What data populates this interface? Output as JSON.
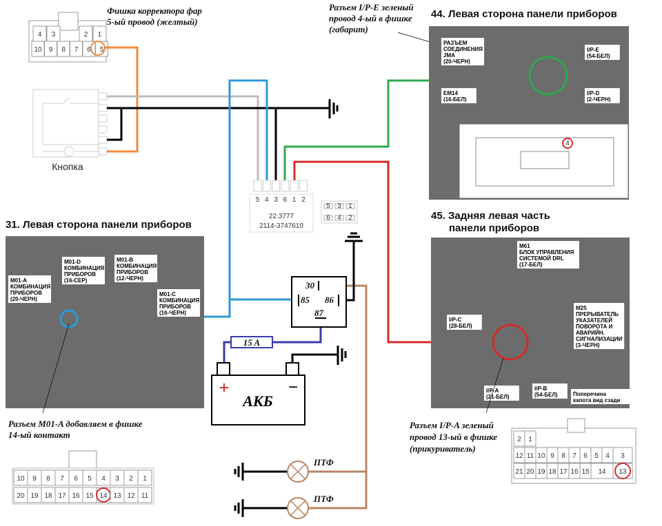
{
  "colors": {
    "orange": "#f08a3c",
    "gray": "#bdbdbd",
    "black": "#000000",
    "blue": "#2a9ad6",
    "green": "#2fa84f",
    "red": "#d42a2a",
    "brown": "#b88563",
    "fuse": "#3a3aa8"
  },
  "notes": {
    "headlight_corrector": [
      "Фишка корректора фар",
      "5-ый провод (желтый)"
    ],
    "ipe": [
      "Разъем I/P-E зеленый",
      "провод 4-ый в фишке",
      "(габарит)"
    ],
    "m01a": [
      "Разъем M01-A добавляем в фишке",
      "14-ый контакт"
    ],
    "ipa": [
      "Разъем I/P-A зеленый",
      "провод 13-ый в фишке",
      "(прикуриватель)"
    ]
  },
  "button_label": "Кнопка",
  "corrector_connector": {
    "top": [
      "4",
      "3",
      "2",
      "1"
    ],
    "bottom": [
      "10",
      "9",
      "8",
      "7",
      "6",
      "5"
    ],
    "highlighted": "5"
  },
  "relay_connector": {
    "pins": [
      "5",
      "4",
      "3",
      "6",
      "1",
      "2"
    ],
    "part1": "22.3777",
    "part2": "2114-3747610",
    "mini_top": [
      "5",
      "3",
      "1"
    ],
    "mini_bottom": [
      "6",
      "4",
      "2"
    ]
  },
  "relay": {
    "pins": {
      "p30": "30",
      "p85": "85",
      "p86": "86",
      "p87": "87"
    }
  },
  "fuse": "15 A",
  "battery": {
    "label": "АКБ",
    "plus": "+",
    "minus": "−"
  },
  "lamps": [
    "ПТФ",
    "ПТФ"
  ],
  "photo44": {
    "title": "44. Левая сторона панели приборов",
    "labels": [
      [
        "РАЗЪЕМ",
        "СОЕДИНЕНИЯ",
        "JMA",
        "(20-ЧЕРН)"
      ],
      [
        "I/P-E",
        "(54-БЕЛ)"
      ],
      [
        "EM14",
        "(16-БЕЛ)"
      ],
      [
        "I/P-D",
        "(2-ЧЕРН)"
      ]
    ],
    "highlighted_pin": "4"
  },
  "photo31": {
    "title": "31. Левая сторона панели приборов",
    "labels": [
      [
        "M01-A",
        "КОМБИНАЦИЯ",
        "ПРИБОРОВ",
        "(20-ЧЕРН)"
      ],
      [
        "M01-D",
        "КОМБИНАЦИЯ",
        "ПРИБОРОВ",
        "(16-СЕР)"
      ],
      [
        "M01-B",
        "КОМБИНАЦИЯ",
        "ПРИБОРОВ",
        "(12-ЧЕРН)"
      ],
      [
        "M01-C",
        "КОМБИНАЦИЯ",
        "ПРИБОРОВ",
        "(16-ЧЕРН)"
      ]
    ]
  },
  "photo45": {
    "title": [
      "45. Задняя левая часть",
      "панели приборов"
    ],
    "labels": [
      [
        "M61",
        "БЛОК УПРАВЛЕНИЯ",
        "СИСТЕМОЙ DRL",
        "(17-БЕЛ)"
      ],
      [
        "I/P-C",
        "(28-БЕЛ)"
      ],
      [
        "M25",
        "ПРЕРЫВАТЕЛЬ",
        "УКАЗАТЕЛЕЙ",
        "ПОВОРОТА И",
        "АВАРИЙН.",
        "СИГНАЛИЗАЦИИ",
        "(3-ЧЕРН)"
      ],
      [
        "I/P-A",
        "(21-БЕЛ)"
      ],
      [
        "I/P-B",
        "(54-БЕЛ)"
      ],
      [
        "Поперечина",
        "капота вид сзади"
      ]
    ]
  },
  "m01a_connector": {
    "top": [
      "10",
      "9",
      "8",
      "7",
      "6",
      "5",
      "4",
      "3",
      "2",
      "1"
    ],
    "bottom": [
      "20",
      "19",
      "18",
      "17",
      "16",
      "15",
      "14",
      "13",
      "12",
      "11"
    ],
    "highlighted": "14"
  },
  "ipa_connector": {
    "row1": [
      "2",
      "1"
    ],
    "row2": [
      "12",
      "11",
      "10",
      "9",
      "8",
      "7",
      "6",
      "5",
      "4",
      "3"
    ],
    "row3": [
      "21",
      "20",
      "19",
      "18",
      "17",
      "16",
      "15",
      "14",
      "13"
    ],
    "highlighted": "13"
  }
}
